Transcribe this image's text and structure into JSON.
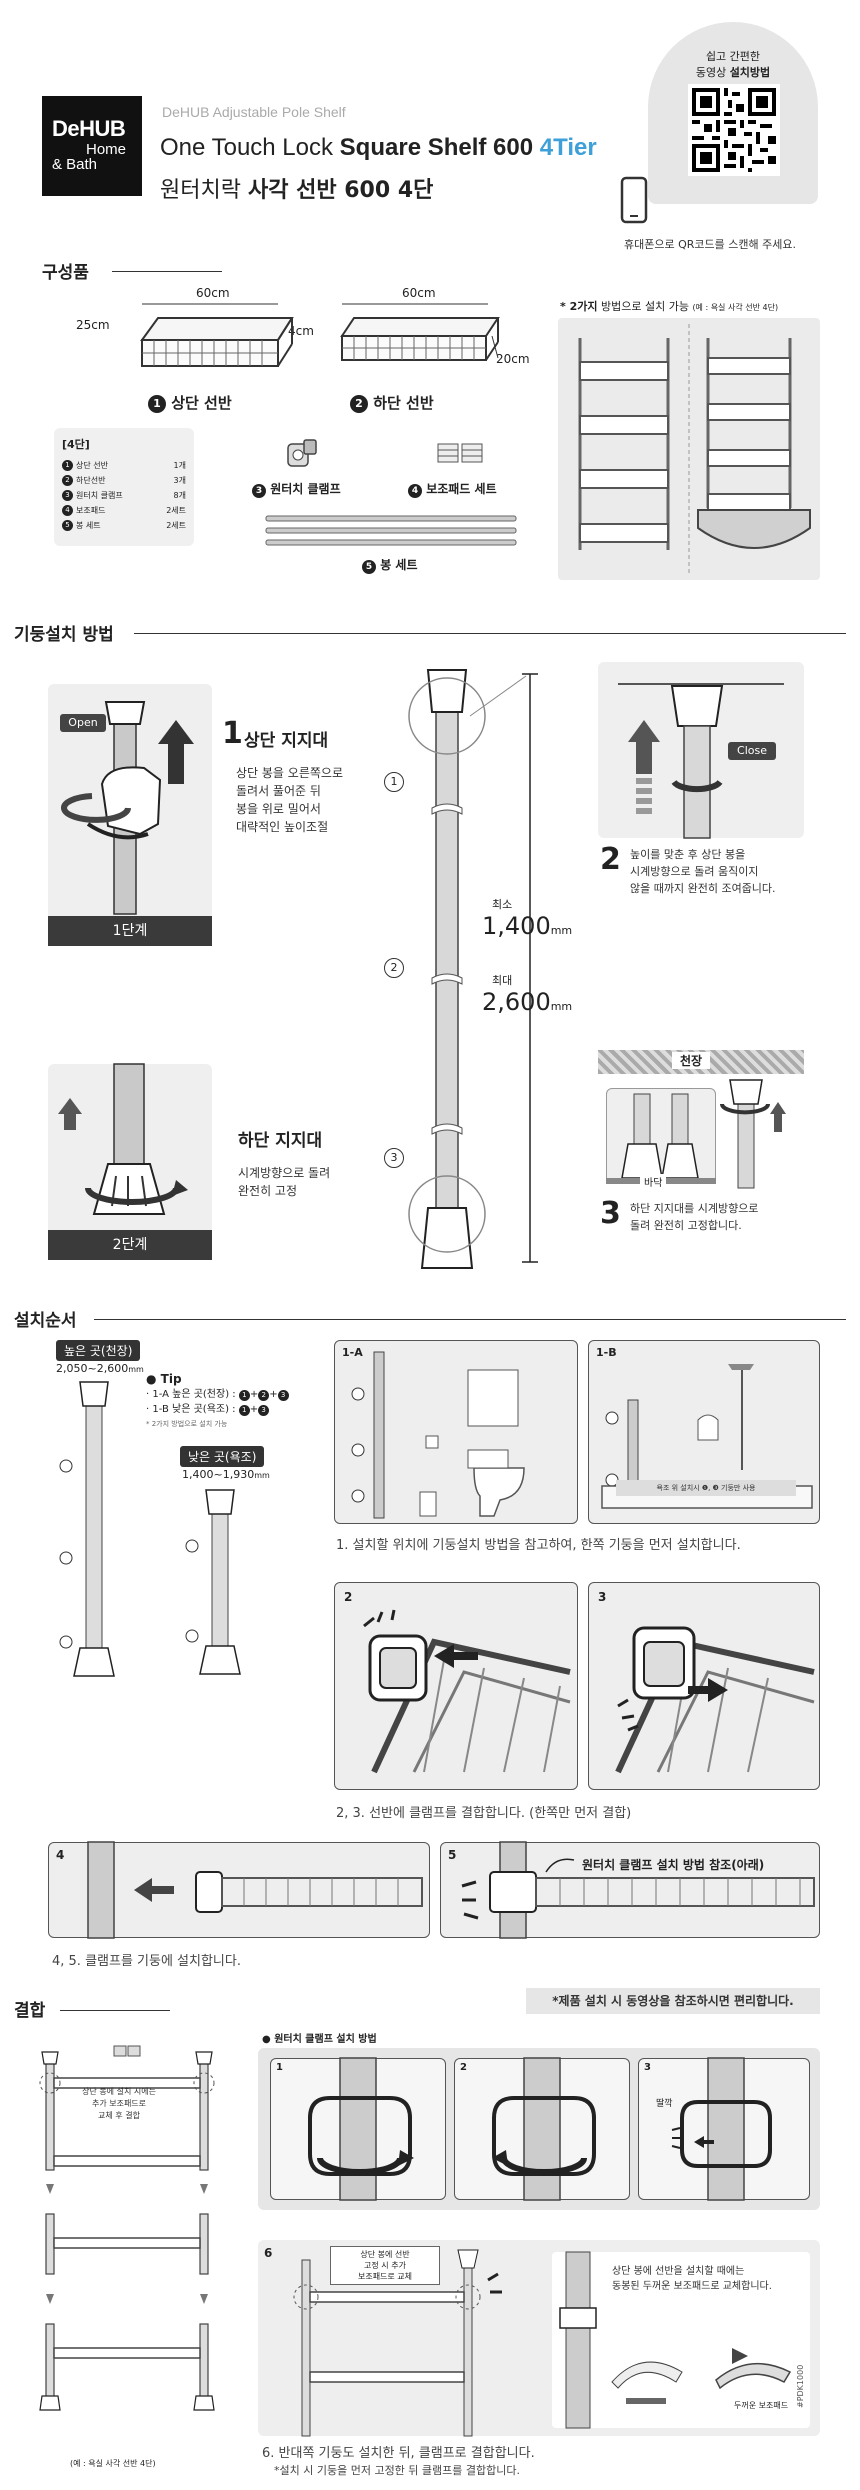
{
  "header": {
    "brand_line1": "DeHUB",
    "brand_line2": "Home",
    "brand_line3": "& Bath",
    "subtitle": "DeHUB Adjustable Pole Shelf",
    "title_en_part1": "One Touch Lock ",
    "title_en_bold": "Square Shelf 600 ",
    "title_en_accent": "4Tier",
    "title_kr_part1": "원터치락 ",
    "title_kr_bold": "사각 선반 600 4단",
    "qr_caption_line1": "쉽고 간편한",
    "qr_caption_line2_a": "동영상 ",
    "qr_caption_line2_b": "설치방법",
    "qr_hint": "휴대폰으로 QR코드를 스캔해 주세요.",
    "accent_color": "#3da0d8"
  },
  "components": {
    "section_title": "구성품",
    "top_shelf": {
      "num": "1",
      "label": "상단 선반",
      "width": "60cm",
      "depth": "25cm",
      "height": "4cm"
    },
    "bottom_shelf": {
      "num": "2",
      "label": "하단 선반",
      "width": "60cm",
      "depth": "20cm"
    },
    "clamp": {
      "num": "3",
      "label": "원터치 클램프"
    },
    "pad": {
      "num": "4",
      "label": "보조패드 세트"
    },
    "pole": {
      "num": "5",
      "label": "봉 세트"
    },
    "list_title": "[4단]",
    "list": [
      {
        "num": "1",
        "name": "상단 선반",
        "qty": "1개"
      },
      {
        "num": "2",
        "name": "하단선반",
        "qty": "3개"
      },
      {
        "num": "3",
        "name": "원터치 클램프",
        "qty": "8개"
      },
      {
        "num": "4",
        "name": "보조패드",
        "qty": "2세트"
      },
      {
        "num": "5",
        "name": "봉 세트",
        "qty": "2세트"
      }
    ],
    "install_note_bold": "* 2가지",
    "install_note": " 방법으로 설치 가능",
    "install_note_small": "(예 : 욕실 사각 선반 4단)"
  },
  "pole_install": {
    "section_title": "기둥설치 방법",
    "open_label": "Open",
    "step1_bar": "1단계",
    "step2_bar": "2단계",
    "upper_num": "1",
    "upper_title": "상단 지지대",
    "upper_desc": [
      "상단 봉을 오른쪽으로",
      "돌려서 풀어준 뒤",
      "봉을 위로 밀어서",
      "대략적인 높이조절"
    ],
    "lower_title": "하단 지지대",
    "lower_desc": [
      "시계방향으로 돌려",
      "완전히 고정"
    ],
    "min_label": "최소",
    "min_value": "1,400",
    "max_label": "최대",
    "max_value": "2,600",
    "unit": "mm",
    "marker_1": "1",
    "marker_2": "2",
    "marker_3": "3",
    "close_label": "Close",
    "step2_num": "2",
    "step2_desc": [
      "높이를 맞춘 후 상단 봉을",
      "시계방향으로 돌려 움직이지",
      "않을 때까지 완전히 조여줍니다."
    ],
    "ceiling_label": "천장",
    "floor_label": "바닥",
    "step3_num": "3",
    "step3_desc": [
      "하단 지지대를 시계방향으로",
      "돌려 완전히 고정합니다."
    ]
  },
  "install_order": {
    "section_title": "설치순서",
    "high_tag": "높은 곳(천장)",
    "high_range": "2,050~2,600",
    "low_tag": "낮은 곳(욕조)",
    "low_range": "1,400~1,930",
    "unit": "mm",
    "tip_title": "Tip",
    "tip_line1_prefix": "· 1-A 높은 곳(천장) : ",
    "tip_line1_steps": [
      "1",
      "2",
      "3"
    ],
    "tip_line2_prefix": "· 1-B 낮은 곳(욕조) : ",
    "tip_line2_steps": [
      "1",
      "3"
    ],
    "tip_note": "* 2가지 방법으로 설치 가능",
    "panel_1a": "1-A",
    "panel_1b": "1-B",
    "panel_1b_strip": "욕조 위 설치시 ❶, ❸ 기둥만 사용",
    "caption_1": "1. 설치할 위치에 기둥설치 방법을 참고하여, 한쪽 기둥을 먼저 설치합니다.",
    "panel_2": "2",
    "panel_3": "3",
    "caption_23": "2, 3. 선반에 클램프를 결합합니다. (한쪽만 먼저 결합)",
    "panel_4": "4",
    "panel_5": "5",
    "panel_5_callout": "원터치 클램프 설치 방법 참조(아래)",
    "caption_45": "4, 5. 클램프를 기둥에 설치합니다."
  },
  "combine": {
    "section_title": "결합",
    "video_note": "*제품 설치 시 동영상을 참조하시면 편리합니다.",
    "pad_note": [
      "상단 봉에 설치 시에는",
      "추가 보조패드로",
      "교체 후 결합"
    ],
    "example_note": "(예 : 욕실 사각 선반 4단)",
    "clamp_title": "원터치 클램프 설치 방법",
    "clamp_num_1": "1",
    "clamp_num_2": "2",
    "clamp_num_3": "3",
    "click_label": "딸깍",
    "panel_6": "6",
    "panel_6_note": [
      "상단 봉에 선반",
      "고정 시 추가",
      "보조패드로 교체"
    ],
    "replace_note": [
      "상단 봉에 선반을 설치할 때에는",
      "동봉된 두꺼운 보조패드로 교체합니다."
    ],
    "thick_pad_label": "두꺼운 보조패드",
    "caption_6": "6. 반대쪽 기둥도 설치한 뒤, 클램프로 결합합니다.",
    "caption_6_note": "*설치 시 기둥을 먼저 고정한 뒤 클램프를 결합합니다.",
    "side_code": "#PDK1000"
  }
}
